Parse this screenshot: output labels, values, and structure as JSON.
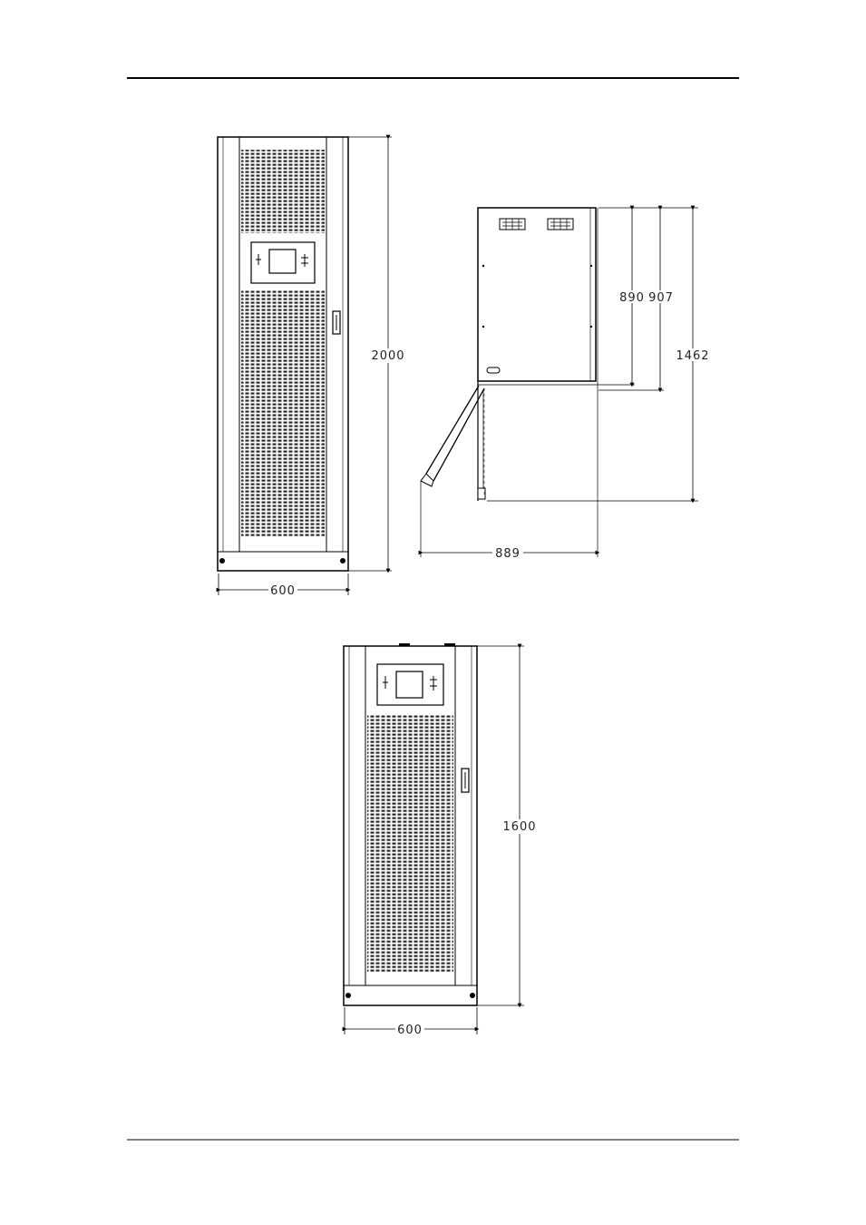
{
  "colors": {
    "line": "#000000",
    "grille": "#2a2a2a",
    "rule": "#000000"
  },
  "icons": [
    "display-screen-icon",
    "door-handle-icon",
    "grille-pattern",
    "caster-icon"
  ],
  "front_view_tall": {
    "width_label": "600",
    "height_label": "2000"
  },
  "side_view": {
    "dim_a": "890",
    "dim_b": "907",
    "dim_c": "1462",
    "door_swing": "889"
  },
  "front_view_short": {
    "width_label": "600",
    "height_label": "1600"
  }
}
